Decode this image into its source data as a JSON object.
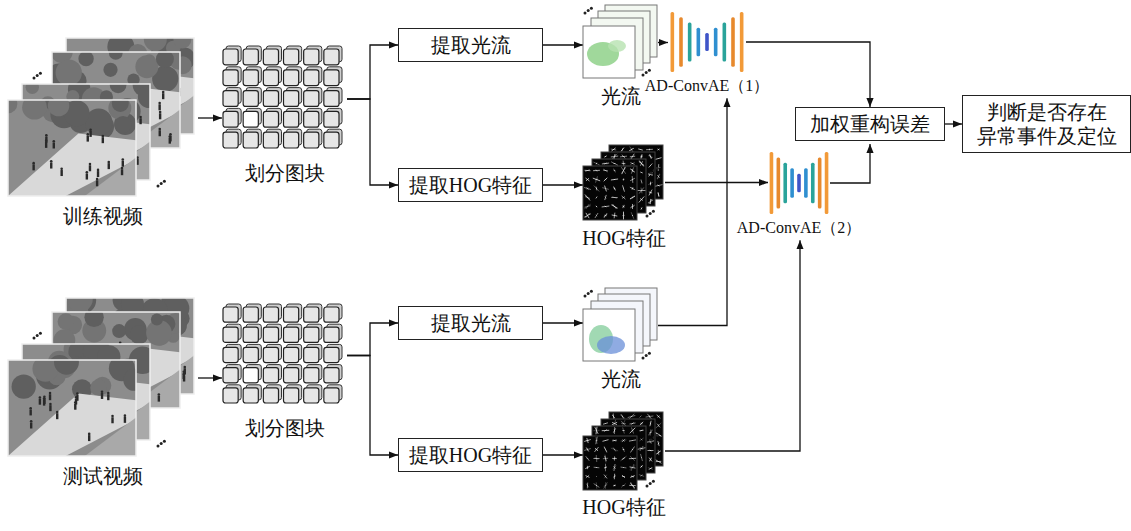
{
  "diagram": {
    "nodes": [
      {
        "text": [
          "训练视频"
        ]
      },
      {
        "text": [
          "划分图块"
        ]
      },
      {
        "text": [
          "提取光流"
        ]
      },
      {
        "text": [
          "提取HOG特征"
        ]
      },
      {
        "text": [
          "光流"
        ]
      },
      {
        "text": [
          "HOG特征"
        ]
      },
      {
        "text": [
          "AD-ConvAE（1）"
        ]
      },
      {
        "text": [
          "AD-ConvAE（2）"
        ]
      },
      {
        "text": [
          "加权重构误差"
        ]
      },
      {
        "text": [
          "判断是否存在 异常事件及定位"
        ]
      },
      {
        "text": [
          "测试视频"
        ]
      },
      {
        "text": [
          "划分图块"
        ]
      },
      {
        "text": [
          "提取光流"
        ]
      },
      {
        "text": [
          "提取HOG特征"
        ]
      },
      {
        "text": [
          "光流"
        ]
      },
      {
        "text": [
          "HOG特征"
        ]
      }
    ],
    "edges": [
      {
        "from": 0,
        "to": 1,
        "arrow": "to"
      },
      {
        "from": 1,
        "to": 2,
        "arrow": "to"
      },
      {
        "from": 1,
        "to": 3,
        "arrow": "to"
      },
      {
        "from": 2,
        "to": 4,
        "arrow": "to"
      },
      {
        "from": 3,
        "to": 5,
        "arrow": "to"
      },
      {
        "from": 4,
        "to": 6,
        "arrow": "to"
      },
      {
        "from": 5,
        "to": 7,
        "arrow": "to"
      },
      {
        "from": 6,
        "to": 8,
        "arrow": "to"
      },
      {
        "from": 7,
        "to": 8,
        "arrow": "to"
      },
      {
        "from": 8,
        "to": 9,
        "arrow": "to"
      },
      {
        "from": 10,
        "to": 11,
        "arrow": "to"
      },
      {
        "from": 11,
        "to": 12,
        "arrow": "to"
      },
      {
        "from": 11,
        "to": 13,
        "arrow": "to"
      },
      {
        "from": 12,
        "to": 14,
        "arrow": "to"
      },
      {
        "from": 13,
        "to": 15,
        "arrow": "to"
      },
      {
        "from": 14,
        "to": 6,
        "arrow": "to"
      },
      {
        "from": 15,
        "to": 7,
        "arrow": "to"
      }
    ]
  }
}
